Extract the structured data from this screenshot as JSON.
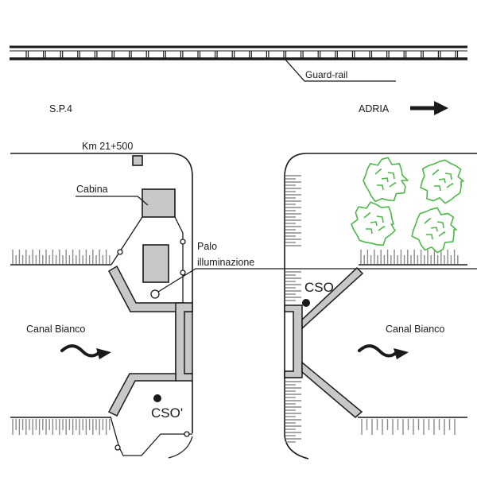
{
  "title": "Planimetria sfioratore CSO - Canal Bianco",
  "labels": {
    "guard_rail": "Guard-rail",
    "road_name": "S.P.4",
    "direction": "ADRIA",
    "km_marker": "Km 21+500",
    "cabina": "Cabina",
    "palo_line1": "Palo",
    "palo_line2": "illuminazione",
    "canal_left": "Canal Bianco",
    "canal_right": "Canal Bianco",
    "cso_right": "CSO",
    "cso_left": "CSO'"
  },
  "icons": {
    "direction_arrow": "arrow-right-icon",
    "flow_arrow": "wave-arrow-icon",
    "tree": "tree-icon",
    "outfall_point": "filled-circle-icon"
  },
  "colors": {
    "ink": "#1a1a1a",
    "wall_fill": "#c8c8c8",
    "grass_ticks": "#8a8a8a",
    "trees": "#4db847"
  },
  "tree_count": 4
}
